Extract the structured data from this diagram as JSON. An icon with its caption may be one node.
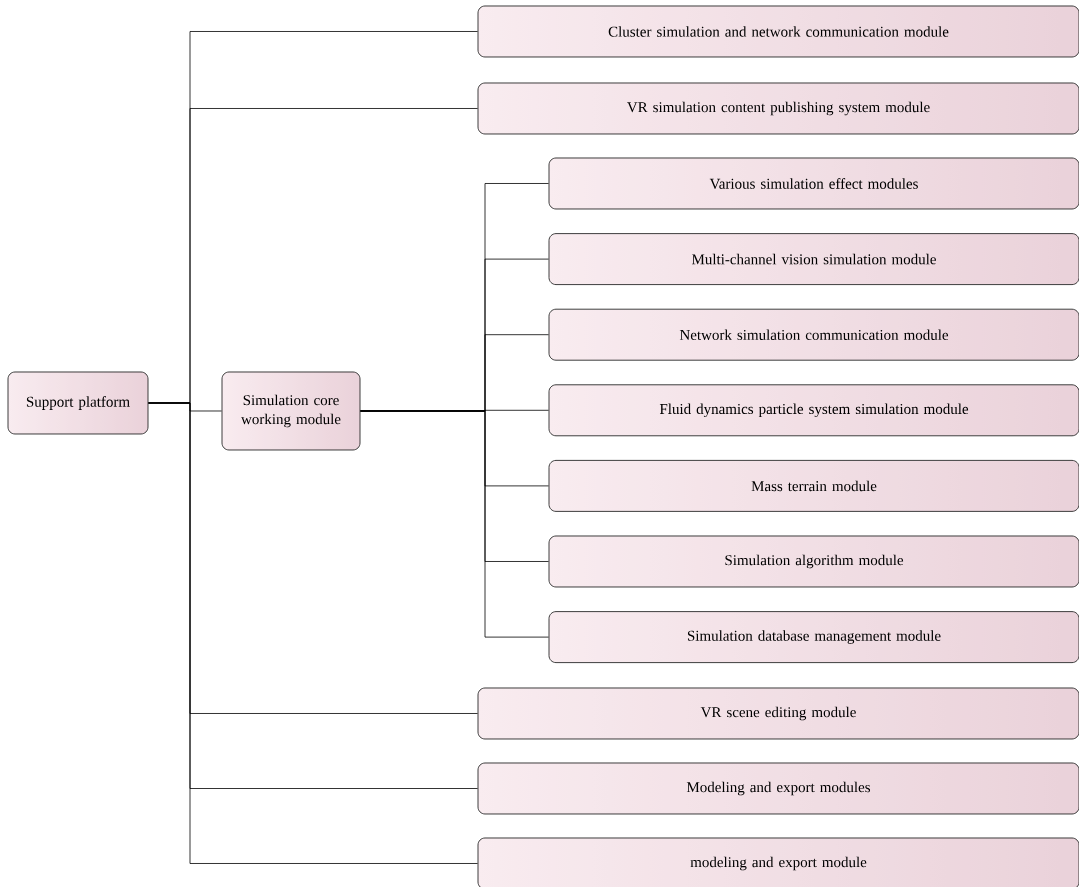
{
  "diagram": {
    "nodes": [
      {
        "text": [
          "Support platform"
        ]
      },
      {
        "text": [
          "Cluster simulation and network communication module"
        ]
      },
      {
        "text": [
          "VR simulation content publishing system module"
        ]
      },
      {
        "text": [
          "Simulation core working module"
        ]
      },
      {
        "text": [
          "Various simulation effect modules"
        ]
      },
      {
        "text": [
          "Multi-channel vision simulation module"
        ]
      },
      {
        "text": [
          "Network simulation communication module"
        ]
      },
      {
        "text": [
          "Fluid dynamics particle system simulation module"
        ]
      },
      {
        "text": [
          "Mass terrain module"
        ]
      },
      {
        "text": [
          "Simulation algorithm module"
        ]
      },
      {
        "text": [
          "Simulation database management module"
        ]
      },
      {
        "text": [
          "VR scene editing module"
        ]
      },
      {
        "text": [
          "Modeling and export modules"
        ]
      },
      {
        "text": [
          "modeling and export module"
        ]
      }
    ],
    "edges": [
      {
        "from": 0,
        "to": 1,
        "arrow": "none"
      },
      {
        "from": 0,
        "to": 2,
        "arrow": "none"
      },
      {
        "from": 0,
        "to": 3,
        "arrow": "none"
      },
      {
        "from": 0,
        "to": 11,
        "arrow": "none"
      },
      {
        "from": 0,
        "to": 12,
        "arrow": "none"
      },
      {
        "from": 0,
        "to": 13,
        "arrow": "none"
      },
      {
        "from": 3,
        "to": 4,
        "arrow": "none"
      },
      {
        "from": 3,
        "to": 5,
        "arrow": "none"
      },
      {
        "from": 3,
        "to": 6,
        "arrow": "none"
      },
      {
        "from": 3,
        "to": 7,
        "arrow": "none"
      },
      {
        "from": 3,
        "to": 8,
        "arrow": "none"
      },
      {
        "from": 3,
        "to": 9,
        "arrow": "none"
      },
      {
        "from": 3,
        "to": 10,
        "arrow": "none"
      }
    ]
  }
}
